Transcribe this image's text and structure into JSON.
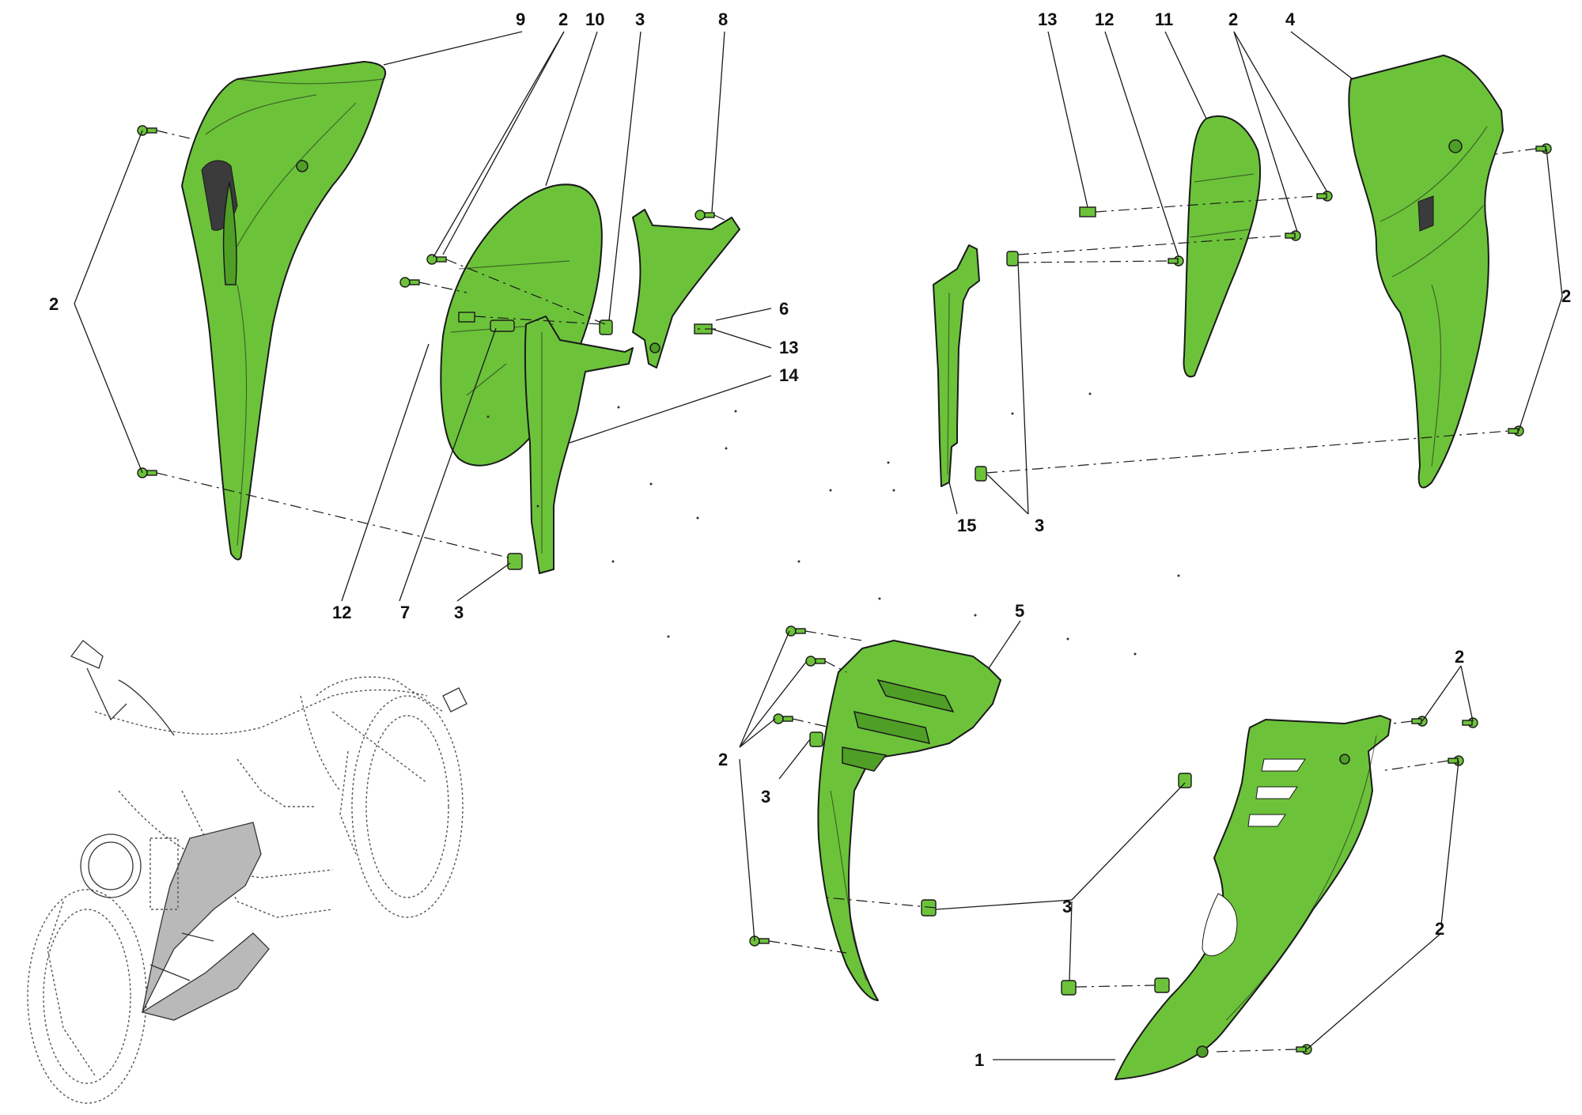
{
  "diagram": {
    "parts": [
      {
        "id": "p1",
        "label": "1",
        "name": "lower-right-belly-pan"
      },
      {
        "id": "p2",
        "label": "2",
        "name": "screw"
      },
      {
        "id": "p3",
        "label": "3",
        "name": "clip-nut"
      },
      {
        "id": "p4",
        "label": "4",
        "name": "right-side-fairing"
      },
      {
        "id": "p5",
        "label": "5",
        "name": "lower-left-belly-pan"
      },
      {
        "id": "p6",
        "label": "6",
        "name": "left-bracket"
      },
      {
        "id": "p7",
        "label": "7",
        "name": "spacer"
      },
      {
        "id": "p8",
        "label": "8",
        "name": "screw-8"
      },
      {
        "id": "p9",
        "label": "9",
        "name": "left-side-fairing"
      },
      {
        "id": "p10",
        "label": "10",
        "name": "left-inner-panel"
      },
      {
        "id": "p11",
        "label": "11",
        "name": "right-inner-panel"
      },
      {
        "id": "p12",
        "label": "12",
        "name": "spacer-12"
      },
      {
        "id": "p13",
        "label": "13",
        "name": "spacer-13"
      },
      {
        "id": "p14",
        "label": "14",
        "name": "left-support-bracket"
      },
      {
        "id": "p15",
        "label": "15",
        "name": "right-support-bracket"
      }
    ],
    "callouts": {
      "c9": "9",
      "c2a": "2",
      "c10": "10",
      "c3a": "3",
      "c8": "8",
      "c13a": "13",
      "c12a": "12",
      "c11": "11",
      "c2b": "2",
      "c4": "4",
      "c2c": "2",
      "c6": "6",
      "c13b": "13",
      "c14": "14",
      "c2d": "2",
      "c12b": "12",
      "c7": "7",
      "c3b": "3",
      "c15": "15",
      "c3c": "3",
      "c5": "5",
      "c2e": "2",
      "c3d": "3",
      "c2f": "2",
      "c3e": "3",
      "c2g": "2",
      "c1": "1"
    },
    "colors": {
      "part_fill": "#6cc33a",
      "outline": "#1a1a1a",
      "reference_fill": "#b9b9b9"
    }
  }
}
